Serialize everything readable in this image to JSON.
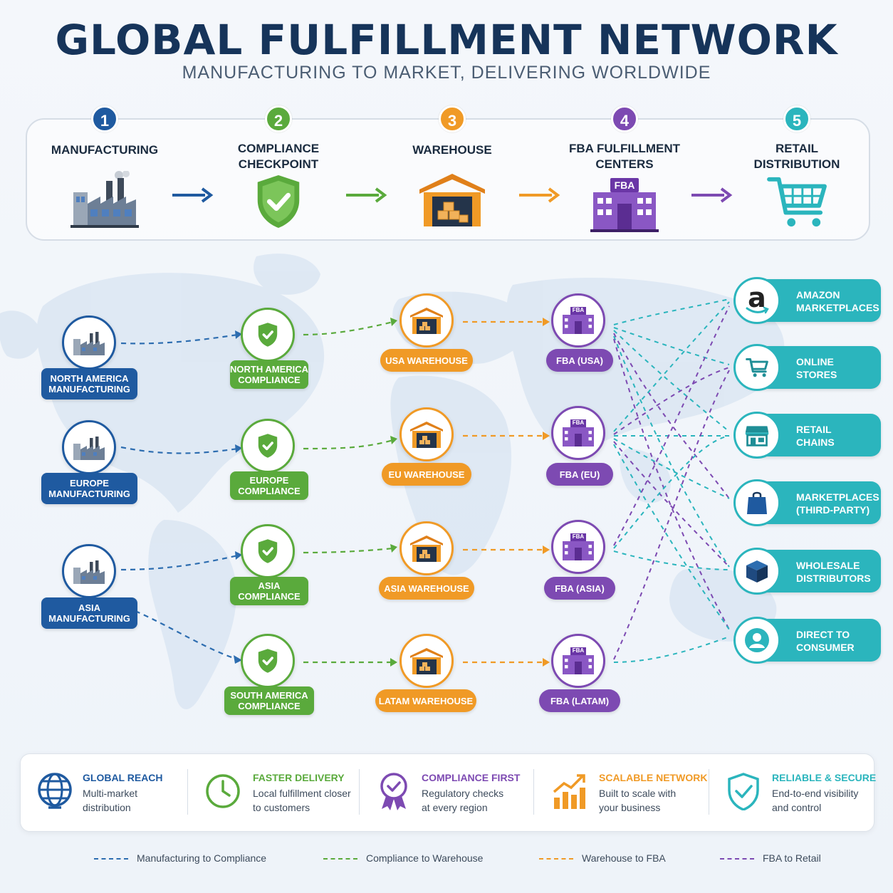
{
  "header": {
    "title": "GLOBAL FULFILLMENT NETWORK",
    "subtitle": "MANUFACTURING TO MARKET, DELIVERING WORLDWIDE"
  },
  "colors": {
    "blue": "#1f5aa0",
    "green": "#5aaa3c",
    "orange": "#f09a26",
    "purple": "#7d4ab2",
    "teal": "#2bb5bd",
    "navy": "#16345a"
  },
  "process_steps": [
    {
      "number": "1",
      "label": "MANUFACTURING",
      "icon": "factory-icon"
    },
    {
      "number": "2",
      "label": "COMPLIANCE\nCHECKPOINT",
      "icon": "shield-check-icon"
    },
    {
      "number": "3",
      "label": "WAREHOUSE",
      "icon": "warehouse-icon"
    },
    {
      "number": "4",
      "label": "FBA FULFILLMENT\nCENTERS",
      "icon": "fba-building-icon",
      "sign": "FBA"
    },
    {
      "number": "5",
      "label": "RETAIL\nDISTRIBUTION",
      "icon": "shopping-cart-icon"
    }
  ],
  "manufacturing_nodes": [
    {
      "label": "NORTH AMERICA\nMANUFACTURING"
    },
    {
      "label": "EUROPE\nMANUFACTURING"
    },
    {
      "label": "ASIA\nMANUFACTURING"
    }
  ],
  "compliance_nodes": [
    {
      "label": "NORTH AMERICA\nCOMPLIANCE"
    },
    {
      "label": "EUROPE\nCOMPLIANCE"
    },
    {
      "label": "ASIA\nCOMPLIANCE"
    },
    {
      "label": "SOUTH AMERICA\nCOMPLIANCE"
    }
  ],
  "warehouse_nodes": [
    {
      "label": "USA WAREHOUSE"
    },
    {
      "label": "EU WAREHOUSE"
    },
    {
      "label": "ASIA WAREHOUSE"
    },
    {
      "label": "LATAM WAREHOUSE"
    }
  ],
  "fba_nodes": [
    {
      "label": "FBA (USA)",
      "sign": "FBA"
    },
    {
      "label": "FBA (EU)",
      "sign": "FBA"
    },
    {
      "label": "FBA (ASIA)",
      "sign": "FBA"
    },
    {
      "label": "FBA (LATAM)",
      "sign": "FBA"
    }
  ],
  "retail_destinations": [
    {
      "label": "AMAZON\nMARKETPLACES",
      "icon": "amazon-logo-icon",
      "logo_text": "a"
    },
    {
      "label": "ONLINE\nSTORES",
      "icon": "shopping-cart-icon"
    },
    {
      "label": "RETAIL\nCHAINS",
      "icon": "storefront-icon"
    },
    {
      "label": "MARKETPLACES\n(THIRD-PARTY)",
      "icon": "shopping-bag-icon"
    },
    {
      "label": "WHOLESALE\nDISTRIBUTORS",
      "icon": "package-box-icon"
    },
    {
      "label": "DIRECT TO\nCONSUMER",
      "icon": "person-icon"
    }
  ],
  "features": [
    {
      "title": "GLOBAL REACH",
      "desc": "Multi-market distribution",
      "icon": "globe-icon"
    },
    {
      "title": "FASTER DELIVERY",
      "desc": "Local fulfillment closer to customers",
      "icon": "clock-icon"
    },
    {
      "title": "COMPLIANCE FIRST",
      "desc": "Regulatory checks at every region",
      "icon": "award-ribbon-icon"
    },
    {
      "title": "SCALABLE NETWORK",
      "desc": "Built to scale with your business",
      "icon": "growth-chart-icon"
    },
    {
      "title": "RELIABLE & SECURE",
      "desc": "End-to-end visibility and control",
      "icon": "shield-check-icon"
    }
  ],
  "legend": [
    {
      "label": "Manufacturing to Compliance"
    },
    {
      "label": "Compliance to Warehouse"
    },
    {
      "label": "Warehouse to FBA"
    },
    {
      "label": "FBA to Retail"
    }
  ]
}
